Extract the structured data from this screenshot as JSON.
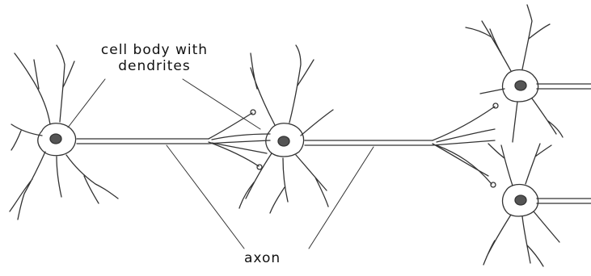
{
  "labels": {
    "cell_body_line1": "cell body with",
    "cell_body_line2": "dendrites",
    "axon": "axon"
  },
  "colors": {
    "ink": "#333333",
    "background": "#ffffff",
    "nucleus": "#555555"
  }
}
